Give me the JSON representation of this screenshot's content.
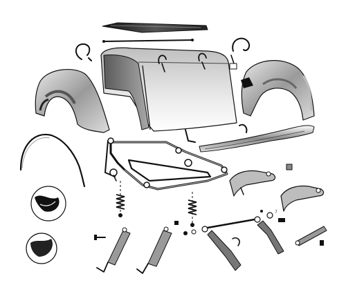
{
  "illustration": {
    "style": "exploded-view line drawing, black ink with grey shading",
    "part_number_label": "7"
  },
  "colors": {
    "ink": "#111111",
    "shade_dark": "#555555",
    "shade_mid": "#9a9a9a",
    "shade_light": "#d8d8d8",
    "paper": "#ffffff"
  },
  "parts": [
    {
      "name": "roof-panel"
    },
    {
      "name": "top-rod"
    },
    {
      "name": "rear-body-tub"
    },
    {
      "name": "left-rear-fender"
    },
    {
      "name": "right-rear-fender"
    },
    {
      "name": "hook-bracket"
    },
    {
      "name": "rear-bumper"
    },
    {
      "name": "fender-welt-strip"
    },
    {
      "name": "spare-wheel-discs"
    },
    {
      "name": "rear-frame-assembly"
    },
    {
      "name": "coil-springs"
    },
    {
      "name": "leaf-brackets"
    },
    {
      "name": "shock-absorbers"
    },
    {
      "name": "track-rod-and-links"
    }
  ]
}
